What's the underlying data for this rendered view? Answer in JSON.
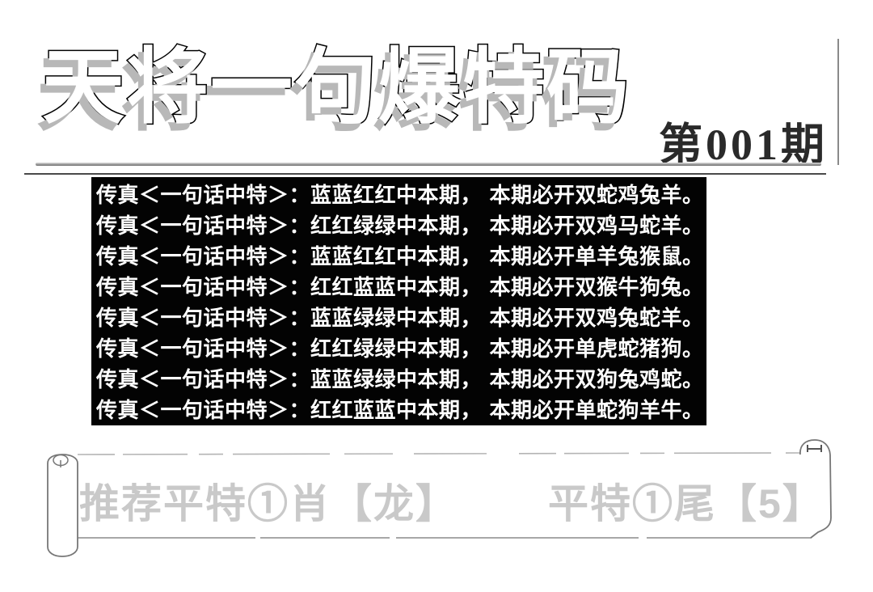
{
  "header": {
    "title": "天将一句爆特码",
    "issue": "第001期"
  },
  "fax_box": {
    "lines": [
      "传真＜一句话中特＞：蓝蓝红红中本期， 本期必开双蛇鸡兔羊。",
      "传真＜一句话中特＞：红红绿绿中本期， 本期必开双鸡马蛇羊。",
      "传真＜一句话中特＞：蓝蓝红红中本期， 本期必开单羊兔猴鼠。",
      "传真＜一句话中特＞：红红蓝蓝中本期， 本期必开双猴牛狗兔。",
      "传真＜一句话中特＞：蓝蓝绿绿中本期， 本期必开双鸡兔蛇羊。",
      "传真＜一句话中特＞：红红绿绿中本期， 本期必开单虎蛇猪狗。",
      "传真＜一句话中特＞：蓝蓝绿绿中本期， 本期必开双狗兔鸡蛇。",
      "传真＜一句话中特＞：红红蓝蓝中本期， 本期必开单蛇狗羊牛。"
    ]
  },
  "banner": {
    "left_text": "推荐平特①肖【龙】",
    "right_text": "平特①尾【5】"
  },
  "colors": {
    "fax_box_bg": "#030303",
    "fax_box_text": "#ffffff",
    "issue_text": "#2a2a2a",
    "banner_text": "#c9c9c9",
    "divider_gray": "#8a8a8a",
    "title_fill": "#ffffff",
    "title_outline": "#000000",
    "title_shadow": "#b8b8b8"
  }
}
